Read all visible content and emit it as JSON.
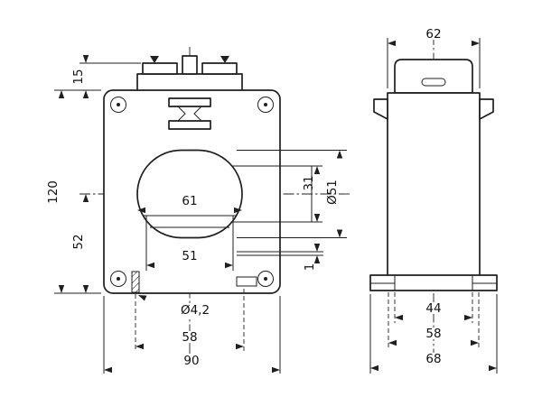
{
  "drawing": {
    "colors": {
      "line": "#1f1f1f",
      "background": "#ffffff",
      "text": "#111111"
    },
    "dims": {
      "d15": "15",
      "d120": "120",
      "d52": "52",
      "d61": "61",
      "d51": "51",
      "d31": "31",
      "d51dia": "Ø51",
      "d1": "1",
      "d42dia": "Ø4,2",
      "d58f": "58",
      "d90": "90",
      "d62": "62",
      "d44": "44",
      "d58s": "58",
      "d68": "68"
    }
  }
}
